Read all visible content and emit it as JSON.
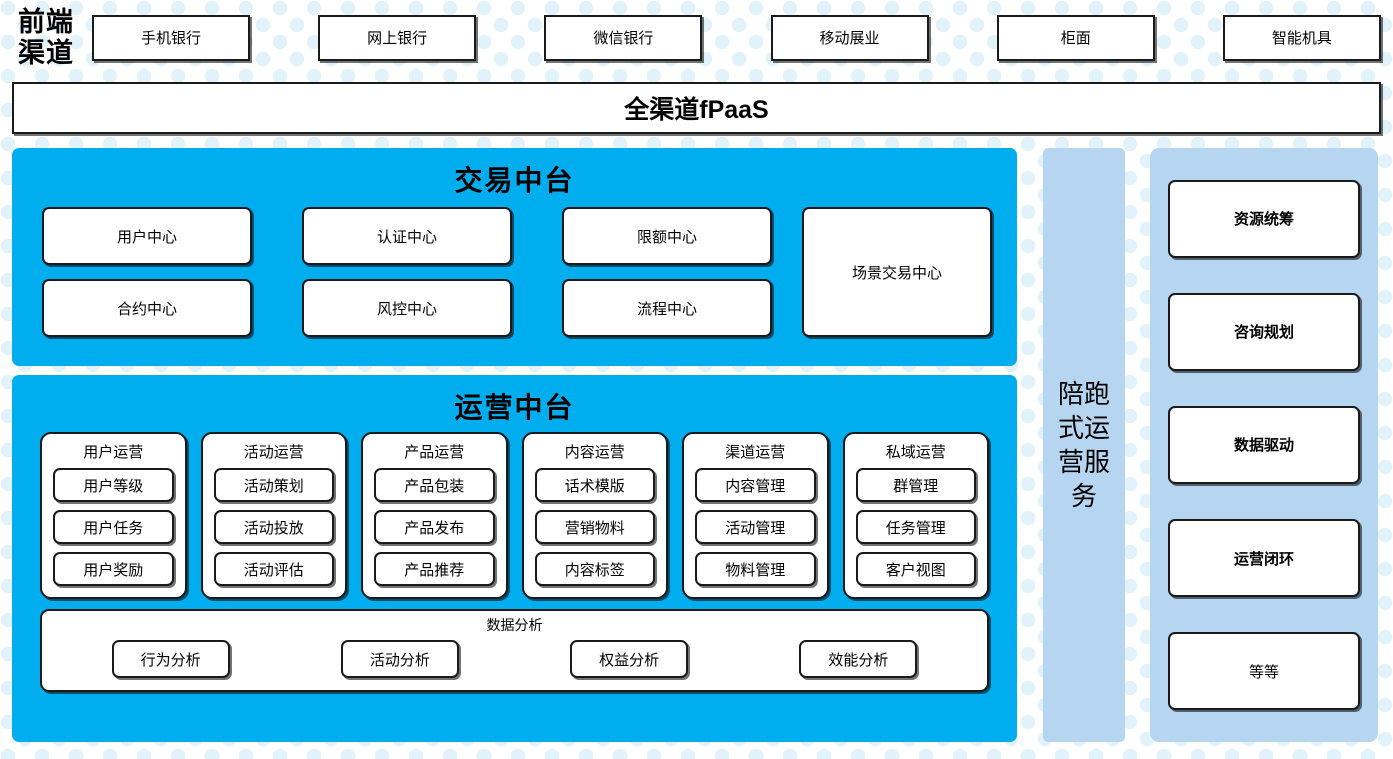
{
  "channel": {
    "label": "前端\n渠道",
    "label_line1": "前端",
    "label_line2": "渠道",
    "items": [
      {
        "label": "手机银行"
      },
      {
        "label": "网上银行"
      },
      {
        "label": "微信银行"
      },
      {
        "label": "移动展业"
      },
      {
        "label": "柜面"
      },
      {
        "label": "智能机具"
      }
    ]
  },
  "fpaas": {
    "label": "全渠道fPaaS"
  },
  "transaction_platform": {
    "title": "交易中台",
    "centers": [
      {
        "label": "用户中心"
      },
      {
        "label": "认证中心"
      },
      {
        "label": "限额中心"
      },
      {
        "label": "合约中心"
      },
      {
        "label": "风控中心"
      },
      {
        "label": "流程中心"
      }
    ],
    "scene_center": {
      "label": "场景交易中心"
    }
  },
  "operation_platform": {
    "title": "运营中台",
    "columns": [
      {
        "title": "用户运营",
        "items": [
          {
            "label": "用户等级"
          },
          {
            "label": "用户任务"
          },
          {
            "label": "用户奖励"
          }
        ]
      },
      {
        "title": "活动运营",
        "items": [
          {
            "label": "活动策划"
          },
          {
            "label": "活动投放"
          },
          {
            "label": "活动评估"
          }
        ]
      },
      {
        "title": "产品运营",
        "items": [
          {
            "label": "产品包装"
          },
          {
            "label": "产品发布"
          },
          {
            "label": "产品推荐"
          }
        ]
      },
      {
        "title": "内容运营",
        "items": [
          {
            "label": "话术模版"
          },
          {
            "label": "营销物料"
          },
          {
            "label": "内容标签"
          }
        ]
      },
      {
        "title": "渠道运营",
        "items": [
          {
            "label": "内容管理"
          },
          {
            "label": "活动管理"
          },
          {
            "label": "物料管理"
          }
        ]
      },
      {
        "title": "私域运营",
        "items": [
          {
            "label": "群管理"
          },
          {
            "label": "任务管理"
          },
          {
            "label": "客户视图"
          }
        ]
      }
    ],
    "data_analysis": {
      "title": "数据分析",
      "items": [
        {
          "label": "行为分析"
        },
        {
          "label": "活动分析"
        },
        {
          "label": "权益分析"
        },
        {
          "label": "效能分析"
        }
      ]
    }
  },
  "service_strip": {
    "label": "陪跑式运营服务"
  },
  "capability_panel": {
    "items": [
      {
        "label": "资源统筹",
        "bold": true
      },
      {
        "label": "咨询规划",
        "bold": true
      },
      {
        "label": "数据驱动",
        "bold": true
      },
      {
        "label": "运营闭环",
        "bold": true
      },
      {
        "label": "等等",
        "bold": false
      }
    ]
  },
  "colors": {
    "accent_blue": "#00AEEF",
    "light_blue": "#B5D5F0",
    "dot_blue": "#E2F2FB",
    "box_border": "#1A1A1A",
    "box_fill": "#FFFFFF"
  }
}
